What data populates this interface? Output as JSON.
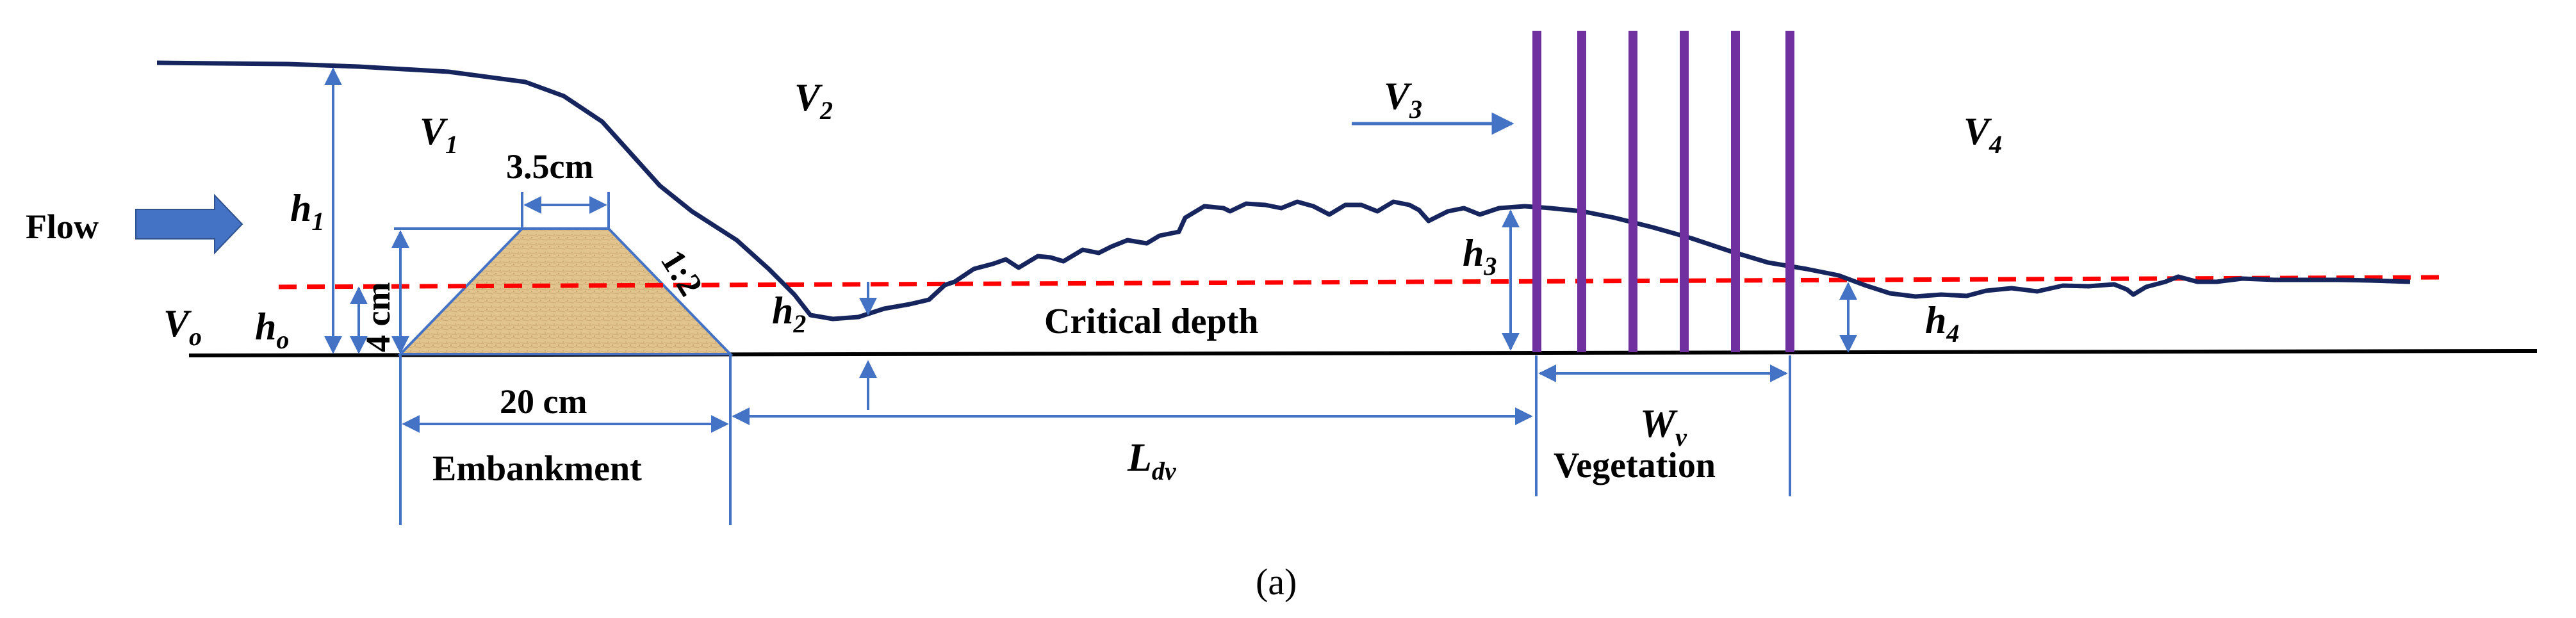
{
  "labels": {
    "flow": "Flow",
    "v0": "V",
    "v0_sub": "o",
    "v1": "V",
    "v1_sub": "1",
    "v2": "V",
    "v2_sub": "2",
    "v3": "V",
    "v3_sub": "3",
    "v4": "V",
    "v4_sub": "4",
    "h0": "h",
    "h0_sub": "o",
    "h1": "h",
    "h1_sub": "1",
    "h2": "h",
    "h2_sub": "2",
    "h3": "h",
    "h3_sub": "3",
    "h4": "h",
    "h4_sub": "4",
    "top_width": "3.5cm",
    "height": "4 cm",
    "slope": "1:2",
    "base_width": "20 cm",
    "embankment": "Embankment",
    "critical_depth": "Critical depth",
    "ldv": "L",
    "ldv_sub": "dv",
    "wv": "W",
    "wv_sub": "v",
    "vegetation": "Vegetation",
    "caption": "(a)"
  },
  "colors": {
    "water_line": "#16255e",
    "critical_line": "#ff0000",
    "dimension": "#4472c4",
    "flow_arrow": "#4472c4",
    "vegetation": "#7030a0",
    "embankment_fill": "#e2c48e",
    "embankment_edge": "#4472c4",
    "ground": "#000000"
  }
}
